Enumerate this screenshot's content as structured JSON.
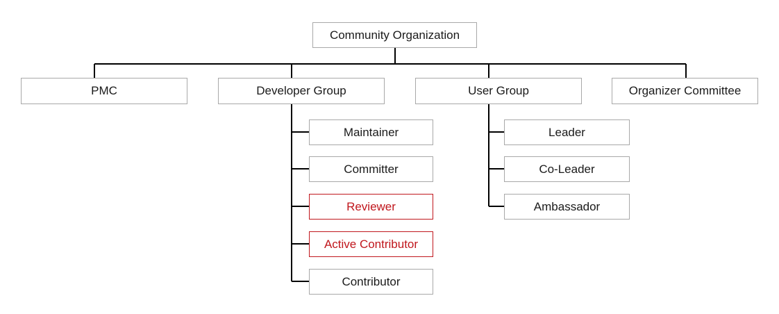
{
  "colors": {
    "line": "#000000",
    "box_border": "#a8a8a8",
    "text": "#1a1a1a",
    "highlight": "#c0161c"
  },
  "root": {
    "label": "Community Organization"
  },
  "groups": [
    {
      "label": "PMC"
    },
    {
      "label": "Developer Group"
    },
    {
      "label": "User Group"
    },
    {
      "label": "Organizer Committee"
    }
  ],
  "developer_roles": [
    {
      "label": "Maintainer",
      "highlight": false
    },
    {
      "label": "Committer",
      "highlight": false
    },
    {
      "label": "Reviewer",
      "highlight": true
    },
    {
      "label": "Active Contributor",
      "highlight": true
    },
    {
      "label": "Contributor",
      "highlight": false
    }
  ],
  "user_roles": [
    {
      "label": "Leader"
    },
    {
      "label": "Co-Leader"
    },
    {
      "label": "Ambassador"
    }
  ]
}
